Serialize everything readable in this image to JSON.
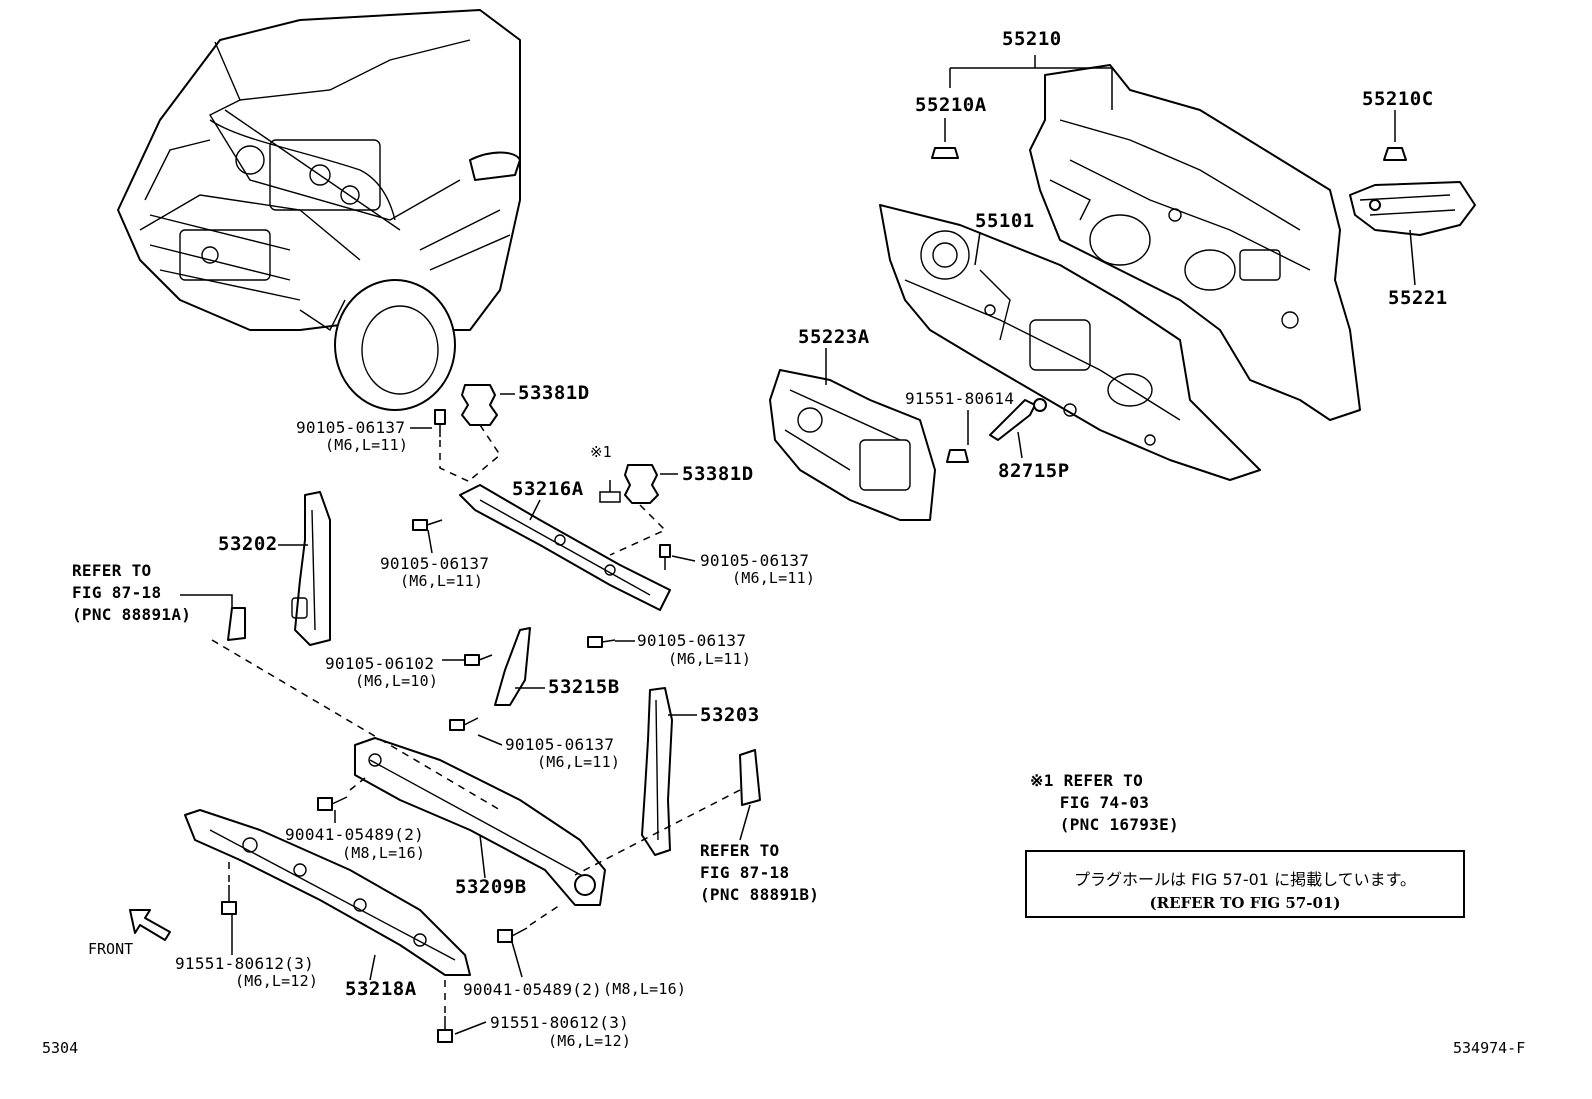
{
  "parts": {
    "p55210": "55210",
    "p55210A": "55210A",
    "p55210C": "55210C",
    "p55101": "55101",
    "p55221": "55221",
    "p55223A": "55223A",
    "p82715P": "82715P",
    "p53381D_1": "53381D",
    "p53381D_2": "53381D",
    "p53216A": "53216A",
    "p53202": "53202",
    "p53215B": "53215B",
    "p53203": "53203",
    "p53209B": "53209B",
    "p53218A": "53218A"
  },
  "bolts": {
    "b91551_80614": "91551-80614",
    "b1_num": "90105-06137",
    "b1_size": "(M6,L=11)",
    "b2_num": "90105-06137",
    "b2_size": "(M6,L=11)",
    "b3_num": "90105-06137",
    "b3_size": "(M6,L=11)",
    "b4_num": "90105-06137",
    "b4_size": "(M6,L=11)",
    "b5_num": "90105-06102",
    "b5_size": "(M6,L=10)",
    "b6_num": "90105-06137",
    "b6_size": "(M6,L=11)",
    "b7_num": "90041-05489(2)",
    "b7_size": "(M8,L=16)",
    "b8_num": "90041-05489(2)",
    "b8_size": "(M8,L=16)",
    "b9_num": "91551-80612(3)",
    "b9_size": "(M6,L=12)",
    "b10_num": "91551-80612(3)",
    "b10_size": "(M6,L=12)"
  },
  "refs": {
    "left": "REFER TO\nFIG 87-18\n(PNC 88891A)",
    "center": "REFER TO\nFIG 87-18\n(PNC 88891B)",
    "note_mark": "※1",
    "note": "※1 REFER TO\n   FIG 74-03\n   (PNC 16793E)"
  },
  "notice": {
    "jp": "プラグホールは FIG 57-01 に掲載しています。",
    "en": "(REFER TO FIG 57-01)"
  },
  "front_label": "FRONT",
  "footer": {
    "left": "5304",
    "right": "534974-F"
  }
}
